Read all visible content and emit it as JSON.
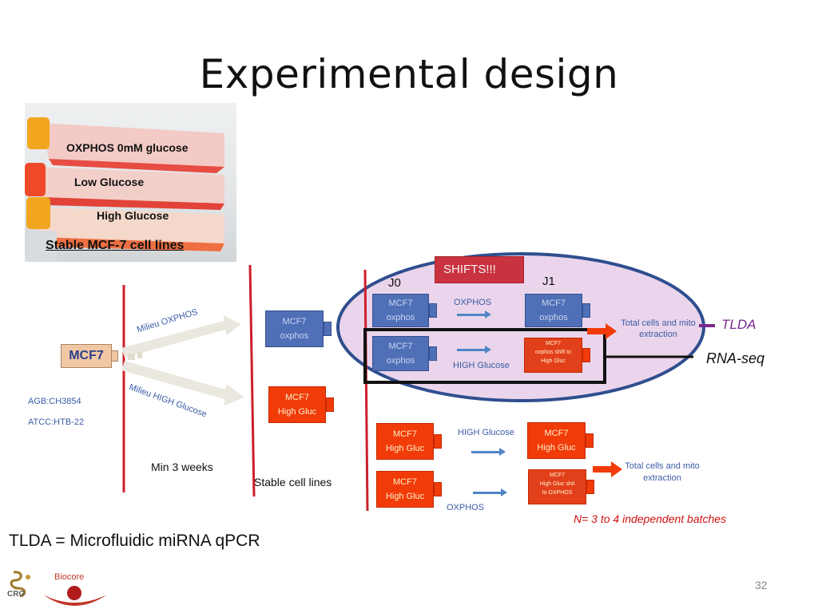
{
  "slide": {
    "title": "Experimental design",
    "page_number": "32",
    "footer_definition": "TLDA = Microfluidic miRNA qPCR",
    "logos": {
      "crg_text": "CRG",
      "biocore_text": "Biocore"
    }
  },
  "photo": {
    "labels": [
      "OXPHOS 0mM glucose",
      "Low Glucose",
      "High Glucose"
    ],
    "caption": "Stable MCF-7 cell lines"
  },
  "origin": {
    "cell_line": "MCF7",
    "ids": [
      "AGB:CH3854",
      "ATCC:HTB-22"
    ]
  },
  "media": {
    "oxphos_label": "Milieu OXPHOS",
    "high_glucose_label": "Milieu HIGH Glucose",
    "duration": "Min 3 weeks",
    "stable_label": "Stable cell lines"
  },
  "stable_boxes": {
    "oxphos": [
      "MCF7",
      "oxphos"
    ],
    "high": [
      "MCF7",
      "High Gluc"
    ]
  },
  "shifts": {
    "banner": "SHIFTS!!!",
    "j0": "J0",
    "j1": "J1",
    "top_rows": [
      {
        "start": [
          "MCF7",
          "oxphos"
        ],
        "condition": "OXPHOS",
        "end": [
          "MCF7",
          "oxphos"
        ]
      },
      {
        "start": [
          "MCF7",
          "oxphos"
        ],
        "condition": "HIGH Glucose",
        "end": [
          "MCF7",
          "oxphos shift to",
          "High Gluc"
        ]
      }
    ],
    "extraction_top": [
      "Total cells and mito",
      "extraction"
    ],
    "tlda": "TLDA",
    "rnaseq": "RNA-seq"
  },
  "bottom": {
    "rows": [
      {
        "start": [
          "MCF7",
          "High Gluc"
        ],
        "condition": "HIGH Glucose",
        "end": [
          "MCF7",
          "High Gluc"
        ]
      },
      {
        "start": [
          "MCF7",
          "High Gluc"
        ],
        "condition": "OXPHOS",
        "end": [
          "MCF7",
          "High Gluc shit",
          "to OXPHOS"
        ]
      }
    ],
    "extraction": [
      "Total cells and mito",
      "extraction"
    ],
    "batches": "N= 3 to 4 independent batches"
  },
  "colors": {
    "red_line": "#cc1f2a",
    "blue_box": "#4f6fb6",
    "red_box": "#f13b08",
    "ellipse_fill": "#ead5ec",
    "ellipse_stroke": "#2f4e8e",
    "shifts_banner": "#c9323f",
    "tlda_purple": "#7a2a8c"
  }
}
